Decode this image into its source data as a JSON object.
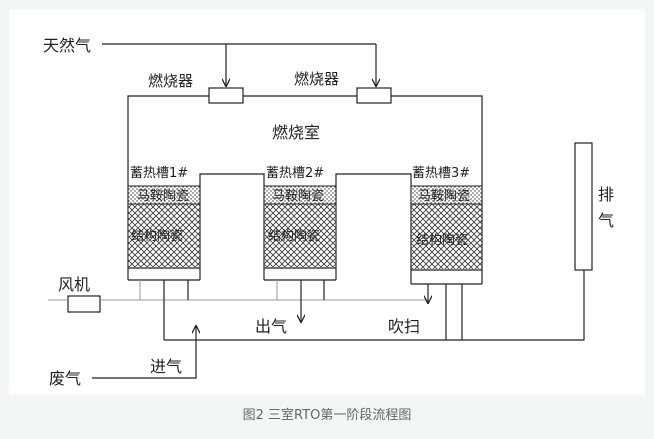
{
  "labels": {
    "natural_gas": "天然气",
    "burner_left": "燃烧器",
    "burner_right": "燃烧器",
    "combustion_chamber": "燃烧室",
    "chamber1": "蓄热槽1#",
    "chamber2": "蓄热槽2#",
    "chamber3": "蓄热槽3#",
    "saddle_ceramic": "马鞍陶瓷",
    "structured_ceramic": "结构陶瓷",
    "exhaust_1": "排",
    "exhaust_2": "气",
    "fan": "风机",
    "outlet_gas": "出气",
    "purge": "吹扫",
    "inlet_gas": "进气",
    "waste_gas": "废气"
  },
  "caption": "图2  三室RTO第一阶段流程图"
}
